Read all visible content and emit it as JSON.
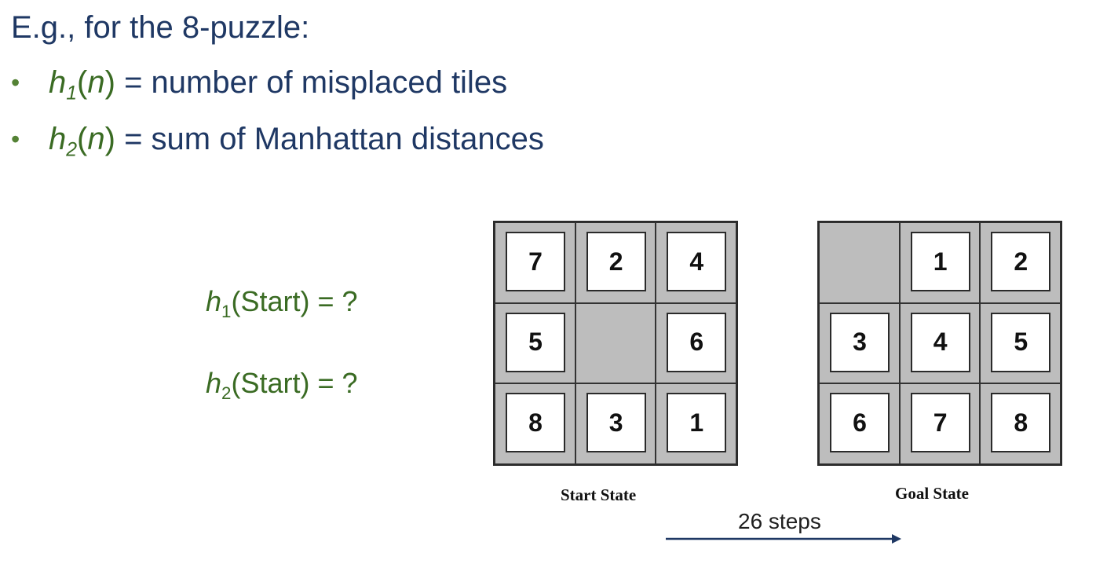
{
  "heading": "E.g., for the 8-puzzle:",
  "bullets": [
    {
      "fn": "h",
      "sub": "1",
      "arg": "n",
      "text": " = number of misplaced tiles"
    },
    {
      "fn": "h",
      "sub": "2",
      "arg": "n",
      "text": " = sum of Manhattan distances"
    }
  ],
  "questions": [
    {
      "fn": "h",
      "sub": "1",
      "text": "(Start) = ?"
    },
    {
      "fn": "h",
      "sub": "2",
      "text": "(Start) = ?"
    }
  ],
  "start_state": {
    "caption": "Start State",
    "tiles": [
      "7",
      "2",
      "4",
      "5",
      "",
      "6",
      "8",
      "3",
      "1"
    ]
  },
  "goal_state": {
    "caption": "Goal State",
    "tiles": [
      "",
      "1",
      "2",
      "3",
      "4",
      "5",
      "6",
      "7",
      "8"
    ]
  },
  "steps_label": "26 steps",
  "colors": {
    "heading": "#1f3864",
    "highlight": "#3a6b23",
    "tile_bg": "#ffffff",
    "board_bg": "#bdbdbd",
    "arrow": "#1f3864"
  }
}
